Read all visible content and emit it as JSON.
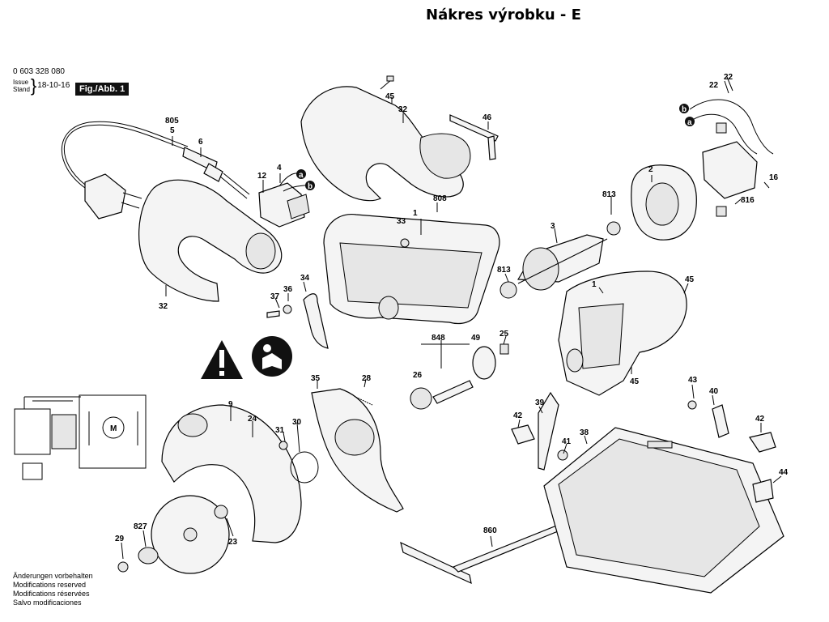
{
  "title": "Nákres výrobku - E",
  "header": {
    "part_number": "0 603 328 080",
    "issue_label": "Issue",
    "stand_label": "Stand",
    "date": "18-10-16",
    "figure_label": "Fig./Abb. 1"
  },
  "footnotes": [
    "Änderungen vorbehalten",
    "Modifications reserved",
    "Modifications réservées",
    "Salvo modificaciones"
  ],
  "callouts": {
    "c805": "805",
    "c5": "5",
    "c6": "6",
    "c12": "12",
    "c4": "4",
    "c45a": "45",
    "c32a": "32",
    "c46": "46",
    "c22a": "22",
    "c22b": "22",
    "c2": "2",
    "c16": "16",
    "c816": "816",
    "c813a": "813",
    "c808": "808",
    "c33": "33",
    "c1a": "1",
    "c3": "3",
    "c813b": "813",
    "c32b": "32",
    "c37": "37",
    "c36": "36",
    "c34": "34",
    "c1b": "1",
    "c45b": "45",
    "c45c": "45",
    "c848": "848",
    "c49": "49",
    "c25": "25",
    "c26": "26",
    "c35": "35",
    "c28": "28",
    "c9": "9",
    "c24": "24",
    "c31": "31",
    "c30": "30",
    "c43": "43",
    "c40": "40",
    "c39": "39",
    "c42a": "42",
    "c41": "41",
    "c38": "38",
    "c42b": "42",
    "c44": "44",
    "c860": "860",
    "c827": "827",
    "c29": "29",
    "c23": "23",
    "wire_a1": "a",
    "wire_b1": "b",
    "wire_a2": "a",
    "wire_b2": "b"
  },
  "icons": [
    "warning-triangle-icon",
    "read-manual-icon",
    "motor-schematic-icon",
    "plug-icon"
  ]
}
